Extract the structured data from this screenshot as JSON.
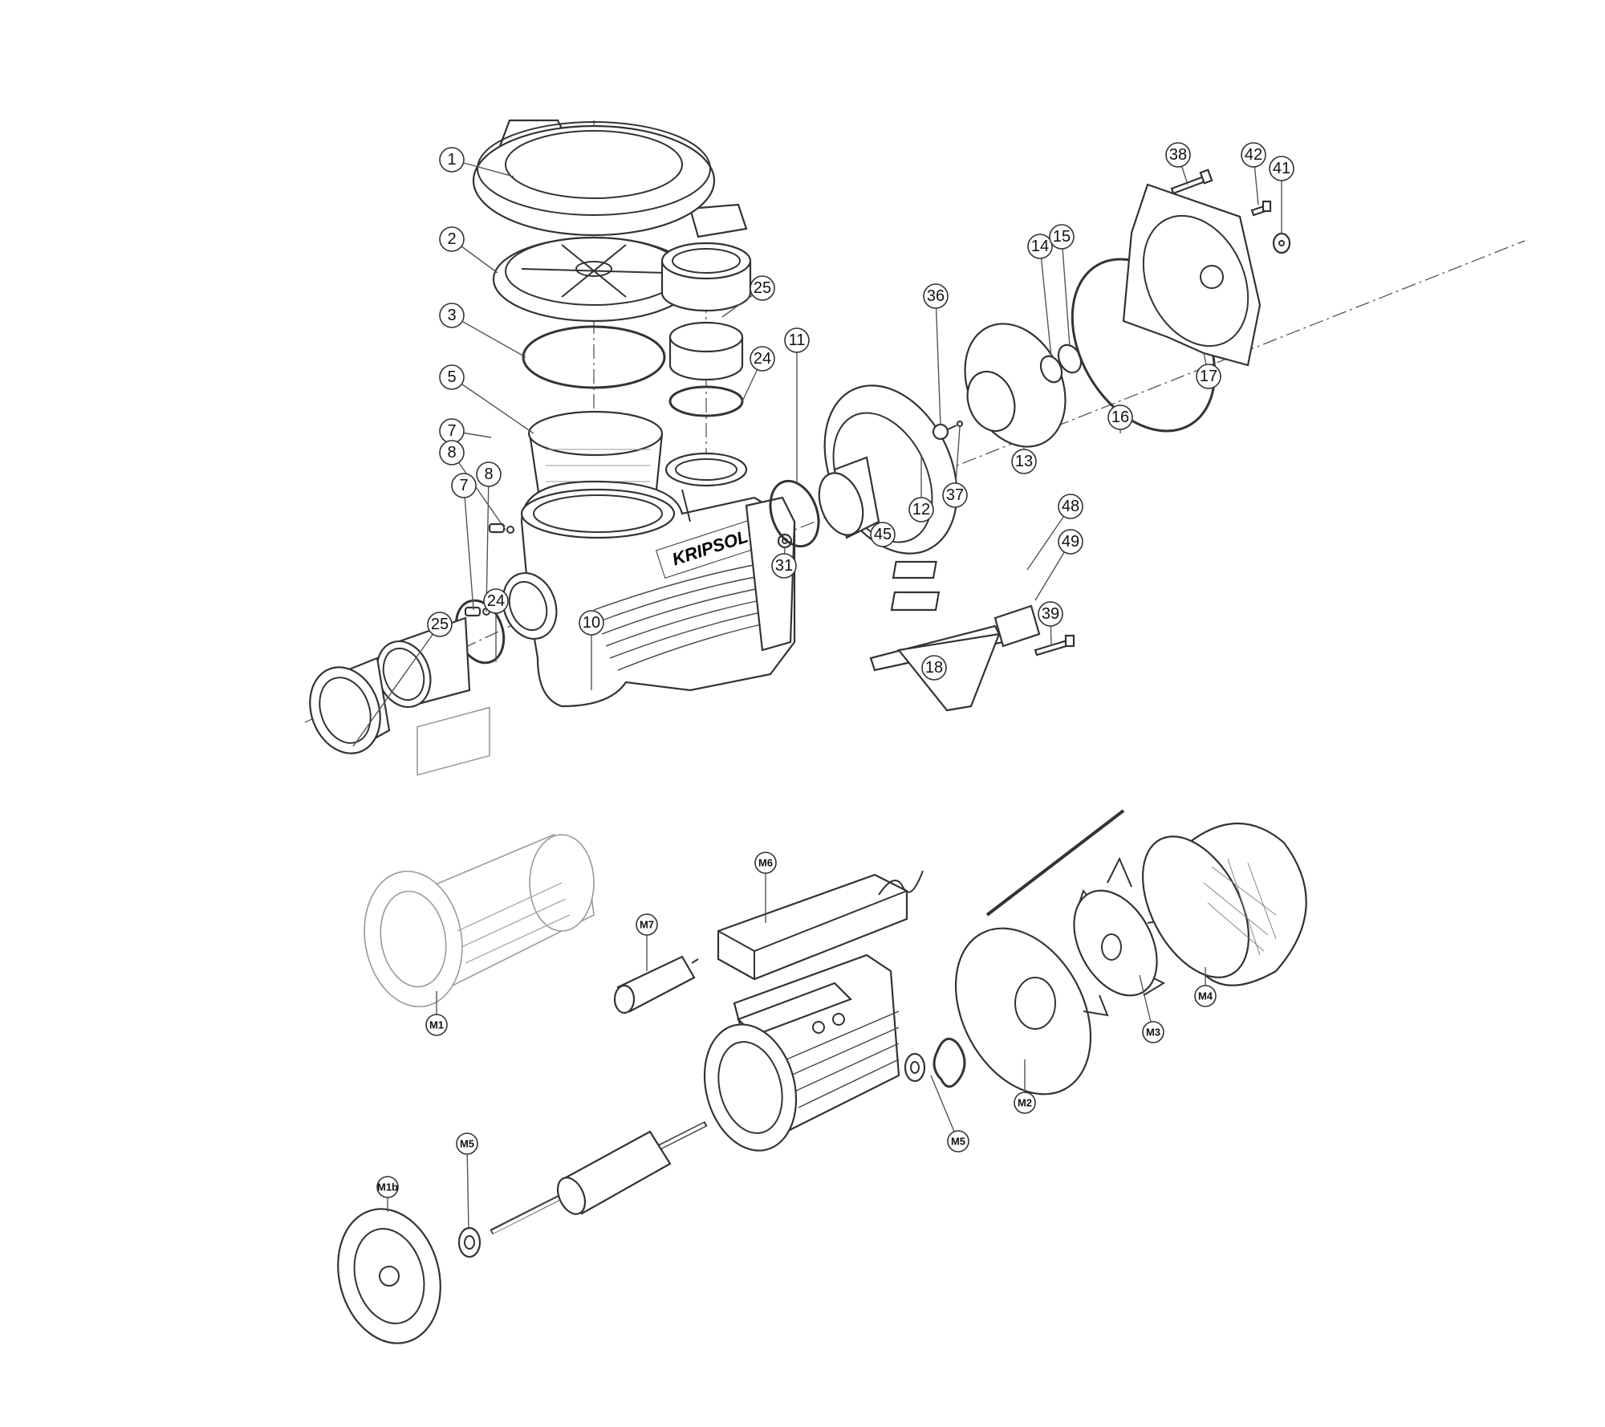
{
  "diagram": {
    "brand_logo": "KRIPSOL",
    "pump_callouts": [
      "1",
      "2",
      "3",
      "5",
      "7",
      "8",
      "7",
      "8",
      "25",
      "24",
      "11",
      "31",
      "10",
      "24",
      "25",
      "38",
      "42",
      "41",
      "14",
      "15",
      "36",
      "17",
      "16",
      "13",
      "37",
      "12",
      "45",
      "48",
      "49",
      "39",
      "18"
    ],
    "motor_callouts": [
      "M6",
      "M7",
      "M1",
      "M5",
      "M1b",
      "M4",
      "M3",
      "M2",
      "M5"
    ]
  }
}
